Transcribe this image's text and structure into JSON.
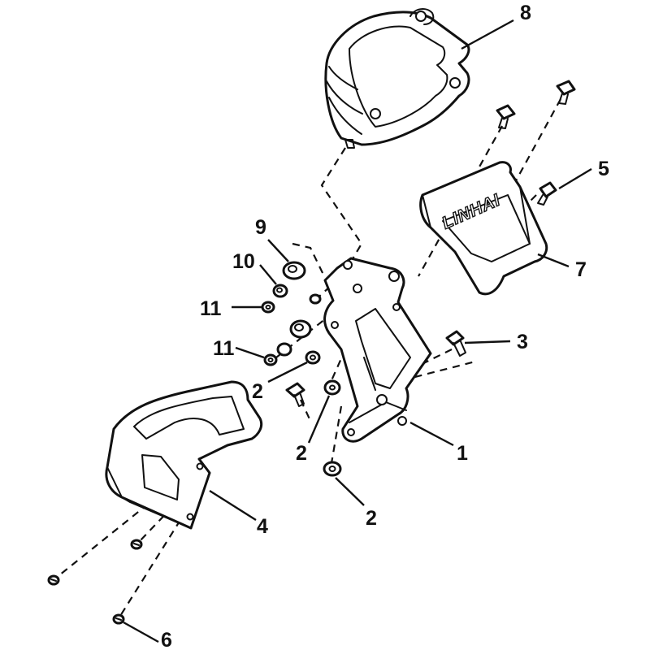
{
  "diagram": {
    "brand_text": "LINHAI",
    "callouts": [
      {
        "id": "c8",
        "label": "8"
      },
      {
        "id": "c5",
        "label": "5"
      },
      {
        "id": "c7",
        "label": "7"
      },
      {
        "id": "c9",
        "label": "9"
      },
      {
        "id": "c10",
        "label": "10"
      },
      {
        "id": "c11a",
        "label": "11"
      },
      {
        "id": "c11b",
        "label": "11"
      },
      {
        "id": "c3",
        "label": "3"
      },
      {
        "id": "c2a",
        "label": "2"
      },
      {
        "id": "c2b",
        "label": "2"
      },
      {
        "id": "c2c",
        "label": "2"
      },
      {
        "id": "c1",
        "label": "1"
      },
      {
        "id": "c4",
        "label": "4"
      },
      {
        "id": "c6",
        "label": "6"
      }
    ]
  }
}
